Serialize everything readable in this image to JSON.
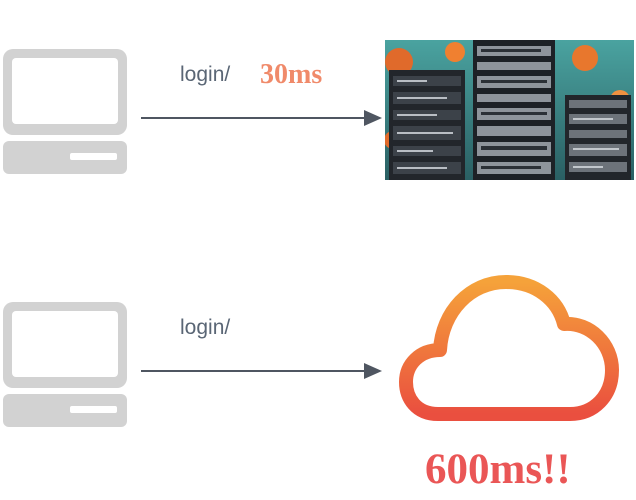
{
  "rows": [
    {
      "request_label": "login/",
      "latency": "30ms",
      "target_icon": "server-rack-icon"
    },
    {
      "request_label": "login/",
      "latency": "600ms!!",
      "target_icon": "cloud-icon"
    }
  ],
  "colors": {
    "computer": "#d2d2d2",
    "arrow": "#4f5661",
    "label": "#5a6675",
    "latency_fast": "#f08a6a",
    "latency_slow": "#ea5656",
    "cloud_gradient": [
      "#f5a23a",
      "#ea4f3f"
    ]
  }
}
